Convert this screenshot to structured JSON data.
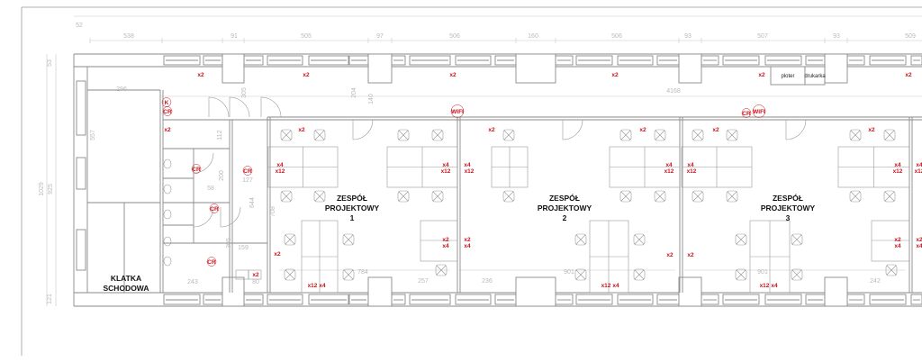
{
  "colors": {
    "wall": "#8a8a8a",
    "dimension": "#b9b9b9",
    "marker": "#c8141e",
    "text": "#111111"
  },
  "rooms": {
    "team1": [
      "ZESPÓŁ",
      "PROJEKTOWY",
      "1"
    ],
    "team2": [
      "ZESPÓŁ",
      "PROJEKTOWY",
      "2"
    ],
    "team3": [
      "ZESPÓŁ",
      "PROJEKTOWY",
      "3"
    ],
    "stairs": [
      "KLATKA",
      "SCHODOWA"
    ]
  },
  "equipment": {
    "plotter": "ploter",
    "printer": "drukarka"
  },
  "dimensions": {
    "top": [
      "538",
      "91",
      "505",
      "97",
      "506",
      "160",
      "506",
      "93",
      "507",
      "93",
      "509"
    ],
    "top_small": "52",
    "corridor_length": "4168",
    "stair_width": "296",
    "left_total": "1029",
    "left_inner": "925",
    "left_top": "53",
    "left_bottom": "121",
    "stair_depth": "557",
    "corridor_a": "305",
    "corridor_b": "204",
    "corridor_c": "140",
    "wc_door": "112",
    "wc_stall": "200",
    "wc_width": "127",
    "wc_b": "58",
    "wc_hall": "644",
    "wc_bottom": "243",
    "wc_basin": "80",
    "wc_c": "159",
    "wc_d": "305",
    "office1_a": "784",
    "office1_b": "257",
    "office2_a": "236",
    "office2_b": "901",
    "office3_a": "901",
    "office3_b": "242",
    "office1_side": "708"
  },
  "markers": [
    "x2",
    "x2",
    "x2",
    "x2",
    "x2",
    "x2",
    "K",
    "CR",
    "WIFI",
    "CR",
    "WIFI",
    "x2",
    "x2",
    "x2",
    "x2",
    "x2",
    "x2",
    "x4",
    "x12",
    "x4",
    "x12",
    "x4",
    "x12",
    "x4",
    "x12",
    "x4",
    "x12",
    "x4",
    "x12",
    "x4",
    "x12",
    "CR",
    "CR",
    "CR",
    "CR",
    "x2",
    "x2",
    "x4",
    "x2",
    "x4",
    "x2",
    "x4",
    "x2",
    "x4",
    "x2",
    "x2",
    "x2",
    "x12",
    "x4",
    "x12",
    "x4",
    "x12",
    "x4"
  ]
}
